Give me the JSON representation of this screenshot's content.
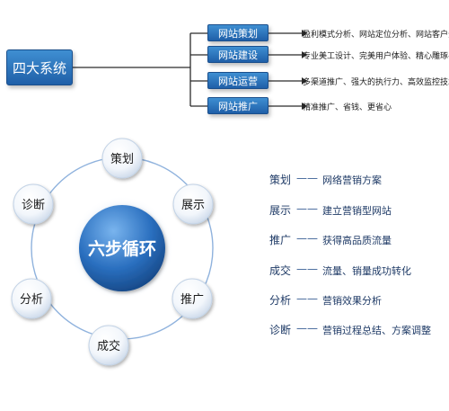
{
  "top": {
    "main_label": "四大系统",
    "systems": [
      {
        "label": "网站策划",
        "desc": "盈利模式分析、网站定位分析、网站客户分析"
      },
      {
        "label": "网站建设",
        "desc": "专业美工设计、完美用户体验、精心雕琢手艺"
      },
      {
        "label": "网站运营",
        "desc": "多渠道推广、强大的执行力、高效监控技术"
      },
      {
        "label": "网站推广",
        "desc": "精准推广、省钱、更省心"
      }
    ]
  },
  "cycle": {
    "center": "六步循环",
    "nodes": [
      "策划",
      "展示",
      "推广",
      "成交",
      "分析",
      "诊断"
    ]
  },
  "legend": {
    "dash": "——",
    "items": [
      {
        "name": "策划",
        "desc": "网络营销方案"
      },
      {
        "name": "展示",
        "desc": "建立营销型网站"
      },
      {
        "name": "推广",
        "desc": "获得高品质流量"
      },
      {
        "name": "成交",
        "desc": "流量、销量成功转化"
      },
      {
        "name": "分析",
        "desc": "营销效果分析"
      },
      {
        "name": "诊断",
        "desc": "营销过程总结、方案调整"
      }
    ]
  },
  "colors": {
    "box_top": "#3f8fd2",
    "box_bottom": "#1f5fa8",
    "connector": "#2b2b2b",
    "ring": "#8fb2dd",
    "legend_text": "#1e3a66"
  }
}
